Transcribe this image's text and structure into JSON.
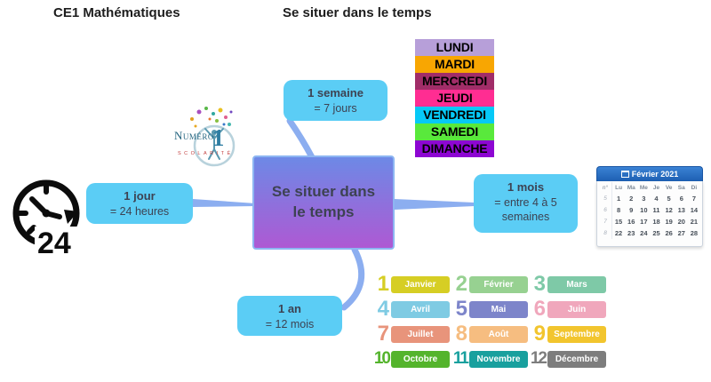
{
  "header": {
    "course": "CE1 Mathématiques",
    "title": "Se situer dans le temps"
  },
  "logo": {
    "name": "Numéro",
    "number": "1",
    "subtitle": "SCOLARITÉ"
  },
  "clock": {
    "label": "24"
  },
  "center": {
    "title": "Se situer dans le temps"
  },
  "branches": {
    "semaine": {
      "title": "1 semaine",
      "value": "= 7 jours"
    },
    "jour": {
      "title": "1 jour",
      "value": "= 24 heures"
    },
    "mois": {
      "title": "1 mois",
      "value": "= entre 4 à 5 semaines"
    },
    "an": {
      "title": "1 an",
      "value": "= 12 mois"
    }
  },
  "days": [
    {
      "label": "LUNDI",
      "color": "#b79fd9"
    },
    {
      "label": "MARDI",
      "color": "#f8a602"
    },
    {
      "label": "MERCREDI",
      "color": "#a12d68"
    },
    {
      "label": "JEUDI",
      "color": "#ff2d92"
    },
    {
      "label": "VENDREDI",
      "color": "#06c9f7"
    },
    {
      "label": "SAMEDI",
      "color": "#59e93c"
    },
    {
      "label": "DIMANCHE",
      "color": "#8d06d2"
    }
  ],
  "months": [
    {
      "num": "1",
      "label": "Janvier",
      "color": "#d6ce24"
    },
    {
      "num": "2",
      "label": "Février",
      "color": "#97d191"
    },
    {
      "num": "3",
      "label": "Mars",
      "color": "#7ec9a7"
    },
    {
      "num": "4",
      "label": "Avril",
      "color": "#7fcbe3"
    },
    {
      "num": "5",
      "label": "Mai",
      "color": "#7d85ca"
    },
    {
      "num": "6",
      "label": "Juin",
      "color": "#f0a7bc"
    },
    {
      "num": "7",
      "label": "Juillet",
      "color": "#e8947b"
    },
    {
      "num": "8",
      "label": "Août",
      "color": "#f6bd80"
    },
    {
      "num": "9",
      "label": "Septembre",
      "color": "#f2c52e"
    },
    {
      "num": "10",
      "label": "Octobre",
      "color": "#54b42c"
    },
    {
      "num": "11",
      "label": "Novembre",
      "color": "#18a09e"
    },
    {
      "num": "12",
      "label": "Décembre",
      "color": "#7d7d7d"
    }
  ],
  "calendar": {
    "title": "Février 2021",
    "columns": [
      "n°",
      "Lu",
      "Ma",
      "Me",
      "Je",
      "Ve",
      "Sa",
      "Di"
    ],
    "weeks": [
      {
        "num": "5",
        "days": [
          "1",
          "2",
          "3",
          "4",
          "5",
          "6",
          "7"
        ]
      },
      {
        "num": "6",
        "days": [
          "8",
          "9",
          "10",
          "11",
          "12",
          "13",
          "14"
        ]
      },
      {
        "num": "7",
        "days": [
          "15",
          "16",
          "17",
          "18",
          "19",
          "20",
          "21"
        ]
      },
      {
        "num": "8",
        "days": [
          "22",
          "23",
          "24",
          "25",
          "26",
          "27",
          "28"
        ]
      }
    ]
  },
  "colors": {
    "branch_box": "#5bcdf5",
    "connector": "#8caef0",
    "center_gradient_top": "#6d89e6",
    "center_gradient_bottom": "#ae59d3",
    "center_border": "#8db6f2",
    "calendar_header": "#2e77c8"
  }
}
